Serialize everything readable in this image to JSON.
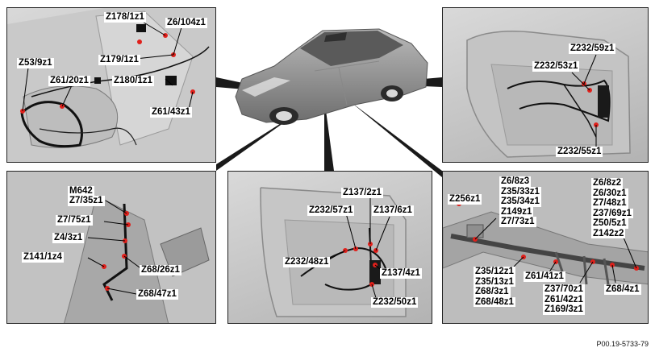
{
  "footer_code": "P00.19-5733-79",
  "panels": {
    "top_left": {
      "labels": [
        "Z178/1z1",
        "Z6/104z1",
        "Z179/1z1",
        "Z53/9z1",
        "Z61/20z1",
        "Z180/1z1",
        "Z61/43z1"
      ]
    },
    "top_right": {
      "labels": [
        "Z232/59z1",
        "Z232/53z1",
        "Z232/55z1"
      ]
    },
    "bottom_left": {
      "labels": [
        "M642",
        "Z7/35z1",
        "Z7/75z1",
        "Z4/3z1",
        "Z141/1z4",
        "Z68/26z1",
        "Z68/47z1"
      ]
    },
    "bottom_center": {
      "labels": [
        "Z137/2z1",
        "Z232/57z1",
        "Z137/6z1",
        "Z232/48z1",
        "Z137/4z1",
        "Z232/50z1"
      ]
    },
    "bottom_right": {
      "labels": [
        "Z256z1"
      ],
      "group_a": [
        "Z6/8z3",
        "Z35/33z1",
        "Z35/34z1",
        "Z149z1",
        "Z7/73z1"
      ],
      "group_b": [
        "Z6/8z2",
        "Z6/30z1",
        "Z7/48z1",
        "Z37/69z1",
        "Z50/5z1",
        "Z142z2"
      ],
      "group_c": [
        "Z35/12z1",
        "Z35/13z1",
        "Z68/3z1",
        "Z68/48z1"
      ],
      "label_z61": "Z61/41z1",
      "group_d": [
        "Z37/70z1",
        "Z61/42z1",
        "Z169/3z1"
      ],
      "label_z68": "Z68/4z1"
    }
  }
}
